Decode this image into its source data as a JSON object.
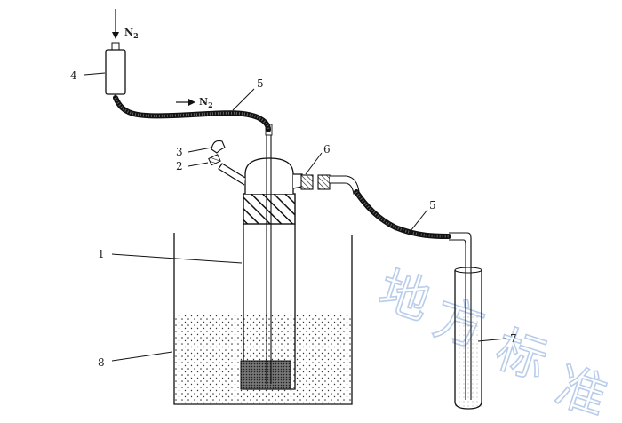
{
  "diagram": {
    "labels": [
      {
        "id": "1",
        "text": "1"
      },
      {
        "id": "2",
        "text": "2"
      },
      {
        "id": "3",
        "text": "3"
      },
      {
        "id": "4",
        "text": "4"
      },
      {
        "id": "5a",
        "text": "5"
      },
      {
        "id": "5b",
        "text": "5"
      },
      {
        "id": "6",
        "text": "6"
      },
      {
        "id": "7",
        "text": "7"
      },
      {
        "id": "8",
        "text": "8"
      }
    ],
    "gas_inlet": {
      "main": "N",
      "sub": "2"
    },
    "gas_flow": {
      "main": "N",
      "sub": "2"
    }
  },
  "watermark": {
    "chars": [
      "地",
      "方",
      "标",
      "准"
    ],
    "color": "#b9cdea"
  }
}
